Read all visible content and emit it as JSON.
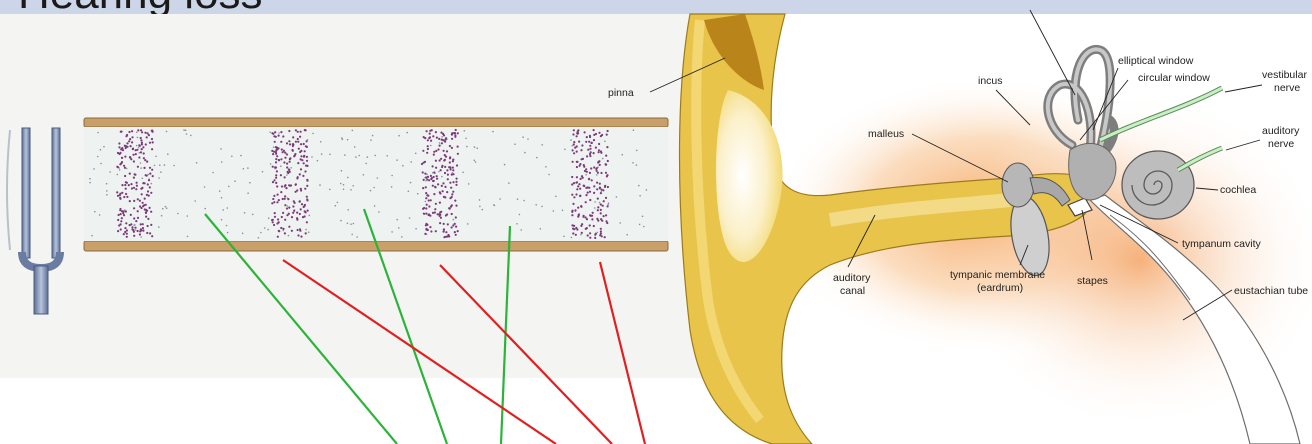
{
  "slide": {
    "title": "Hearing loss"
  },
  "ear_diagram": {
    "labels": {
      "pinna": "pinna",
      "incus": "incus",
      "elliptical_window": "elliptical window",
      "circular_window": "circular window",
      "vestibular_nerve_1": "vestibular",
      "vestibular_nerve_2": "nerve",
      "auditory_nerve_1": "auditory",
      "auditory_nerve_2": "nerve",
      "malleus": "malleus",
      "cochlea": "cochlea",
      "tympanum_cavity": "tympanum cavity",
      "tympanic_membrane_1": "tympanic membrane",
      "tympanic_membrane_2": "(eardrum)",
      "auditory_canal_1": "auditory",
      "auditory_canal_2": "canal",
      "stapes": "stapes",
      "eustachian_tube": "eustachian tube"
    }
  },
  "colors": {
    "title_band": "#cdd6e9",
    "tube_wall": "#c9a06a",
    "fork": "#7c8fb4",
    "compression_dots": "#7a3a78",
    "green_line": "#2bb33a",
    "red_line": "#e02020",
    "skin_outer": "#e9c44a",
    "skin_inner": "#f7e48a",
    "glow": "#f59a4c",
    "ossicle_gray": "#a8a8a8"
  }
}
